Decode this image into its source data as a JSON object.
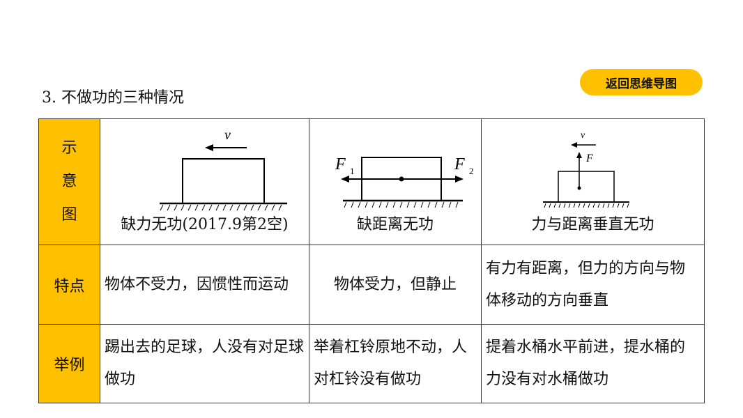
{
  "title": "3. 不做功的三种情况",
  "back_button": "返回思维导图",
  "colors": {
    "accent": "#FFC000"
  },
  "rows": [
    {
      "header": [
        "示",
        "意",
        "图"
      ],
      "cells": [
        "缺力无功(2017.9第2空)",
        "缺距离无功",
        "力与距离垂直无功"
      ]
    },
    {
      "header": "特点",
      "cells": [
        "物体不受力，因惯性而运动",
        "物体受力，但静止",
        "有力有距离，但力的方向与物体移动的方向垂直"
      ]
    },
    {
      "header": "举例",
      "cells": [
        "踢出去的足球，人没有对足球做功",
        "举着杠铃原地不动，人对杠铃没有做功",
        "提着水桶水平前进，提水桶的力没有对水桶做功"
      ]
    }
  ],
  "diagrams": {
    "d1": {
      "v": "v"
    },
    "d2": {
      "f1": "F",
      "f1_sub": "1",
      "f2": "F",
      "f2_sub": "2"
    },
    "d3": {
      "v": "v",
      "f": "F"
    }
  }
}
